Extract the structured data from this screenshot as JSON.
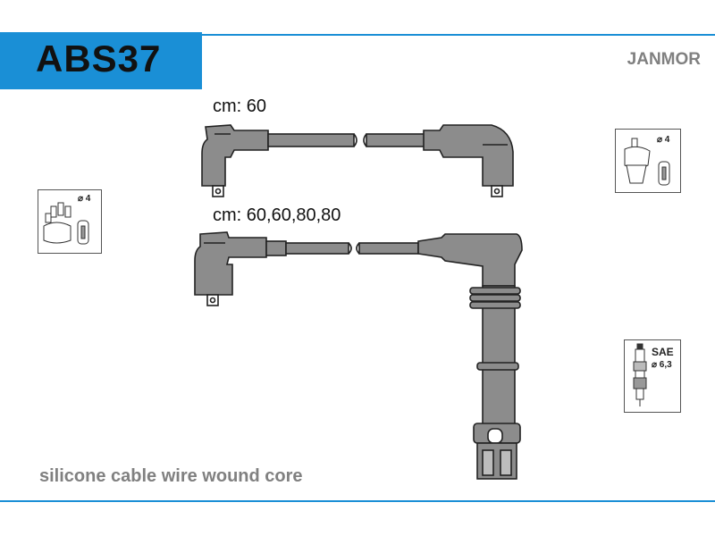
{
  "header": {
    "code": "ABS37",
    "brand": "JANMOR"
  },
  "cables": [
    {
      "label": "cm: 60"
    },
    {
      "label": "cm: 60,60,80,80"
    }
  ],
  "footer": {
    "description": "silicone cable wire wound core"
  },
  "icons": {
    "distributor_left": {
      "count": "⌀ 4"
    },
    "distributor_right": {
      "count": "⌀ 4"
    },
    "spark_plug": {
      "standard": "SAE",
      "diameter": "⌀ 6,3"
    }
  },
  "colors": {
    "accent": "#1a8fd6",
    "cable": "#8c8c8c",
    "outline": "#222222"
  }
}
